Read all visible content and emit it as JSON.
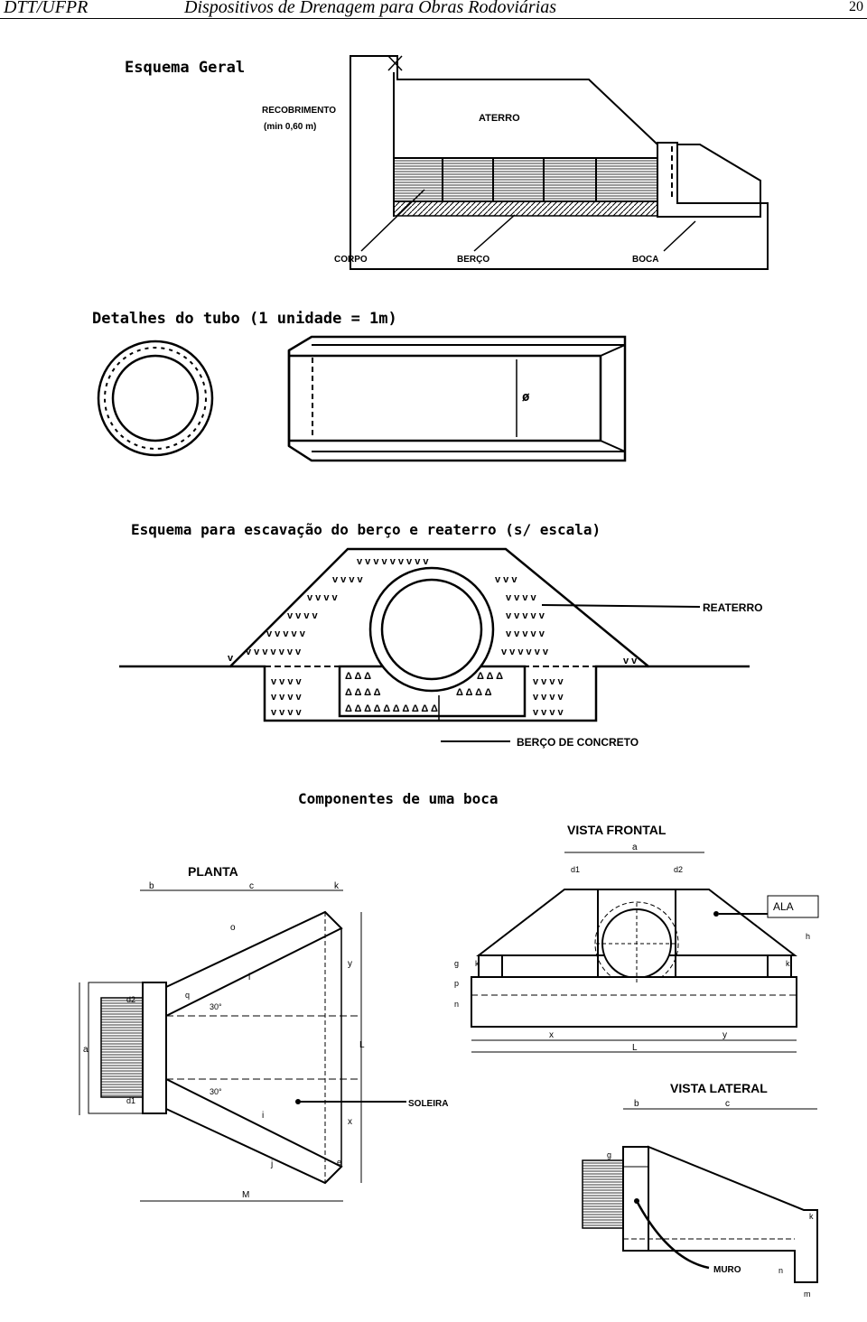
{
  "header": {
    "left": "DTT/UFPR",
    "center": "Dispositivos de Drenagem para Obras Rodoviárias",
    "page": "20"
  },
  "geral": {
    "title": "Esquema Geral",
    "recobrimento": "RECOBRIMENTO",
    "recob_min": "(min 0,60 m)",
    "aterro": "ATERRO",
    "corpo": "CORPO",
    "berco": "BERÇO",
    "boca": "BOCA"
  },
  "tubo": {
    "title": "Detalhes do tubo (1 unidade = 1m)",
    "diam": "ø"
  },
  "escavacao": {
    "title": "Esquema para escavação do berço e reaterro (s/ escala)",
    "reaterro": "REATERRO",
    "berco": "BERÇO DE CONCRETO"
  },
  "componentes": {
    "title": "Componentes de uma boca"
  },
  "planta": {
    "title": "PLANTA",
    "soleira": "SOLEIRA",
    "dims": {
      "b": "b",
      "c": "c",
      "k": "k",
      "o": "o",
      "l": "l",
      "y": "y",
      "L": "L",
      "x": "x",
      "a": "a",
      "d1": "d1",
      "d2": "d2",
      "q": "q",
      "i": "i",
      "j": "j",
      "M": "M",
      "e": "e",
      "ang": "30°"
    }
  },
  "frontal": {
    "title": "VISTA FRONTAL",
    "ala": "ALA",
    "dims": {
      "a": "a",
      "d1": "d1",
      "d2": "d2",
      "h": "h",
      "k": "k",
      "x": "x",
      "y": "y",
      "L": "L",
      "n": "n",
      "p": "p",
      "g": "g"
    }
  },
  "lateral": {
    "title": "VISTA LATERAL",
    "muro": "MURO",
    "dims": {
      "b": "b",
      "c": "c",
      "g": "g",
      "k": "k",
      "n": "n",
      "m": "m"
    }
  }
}
